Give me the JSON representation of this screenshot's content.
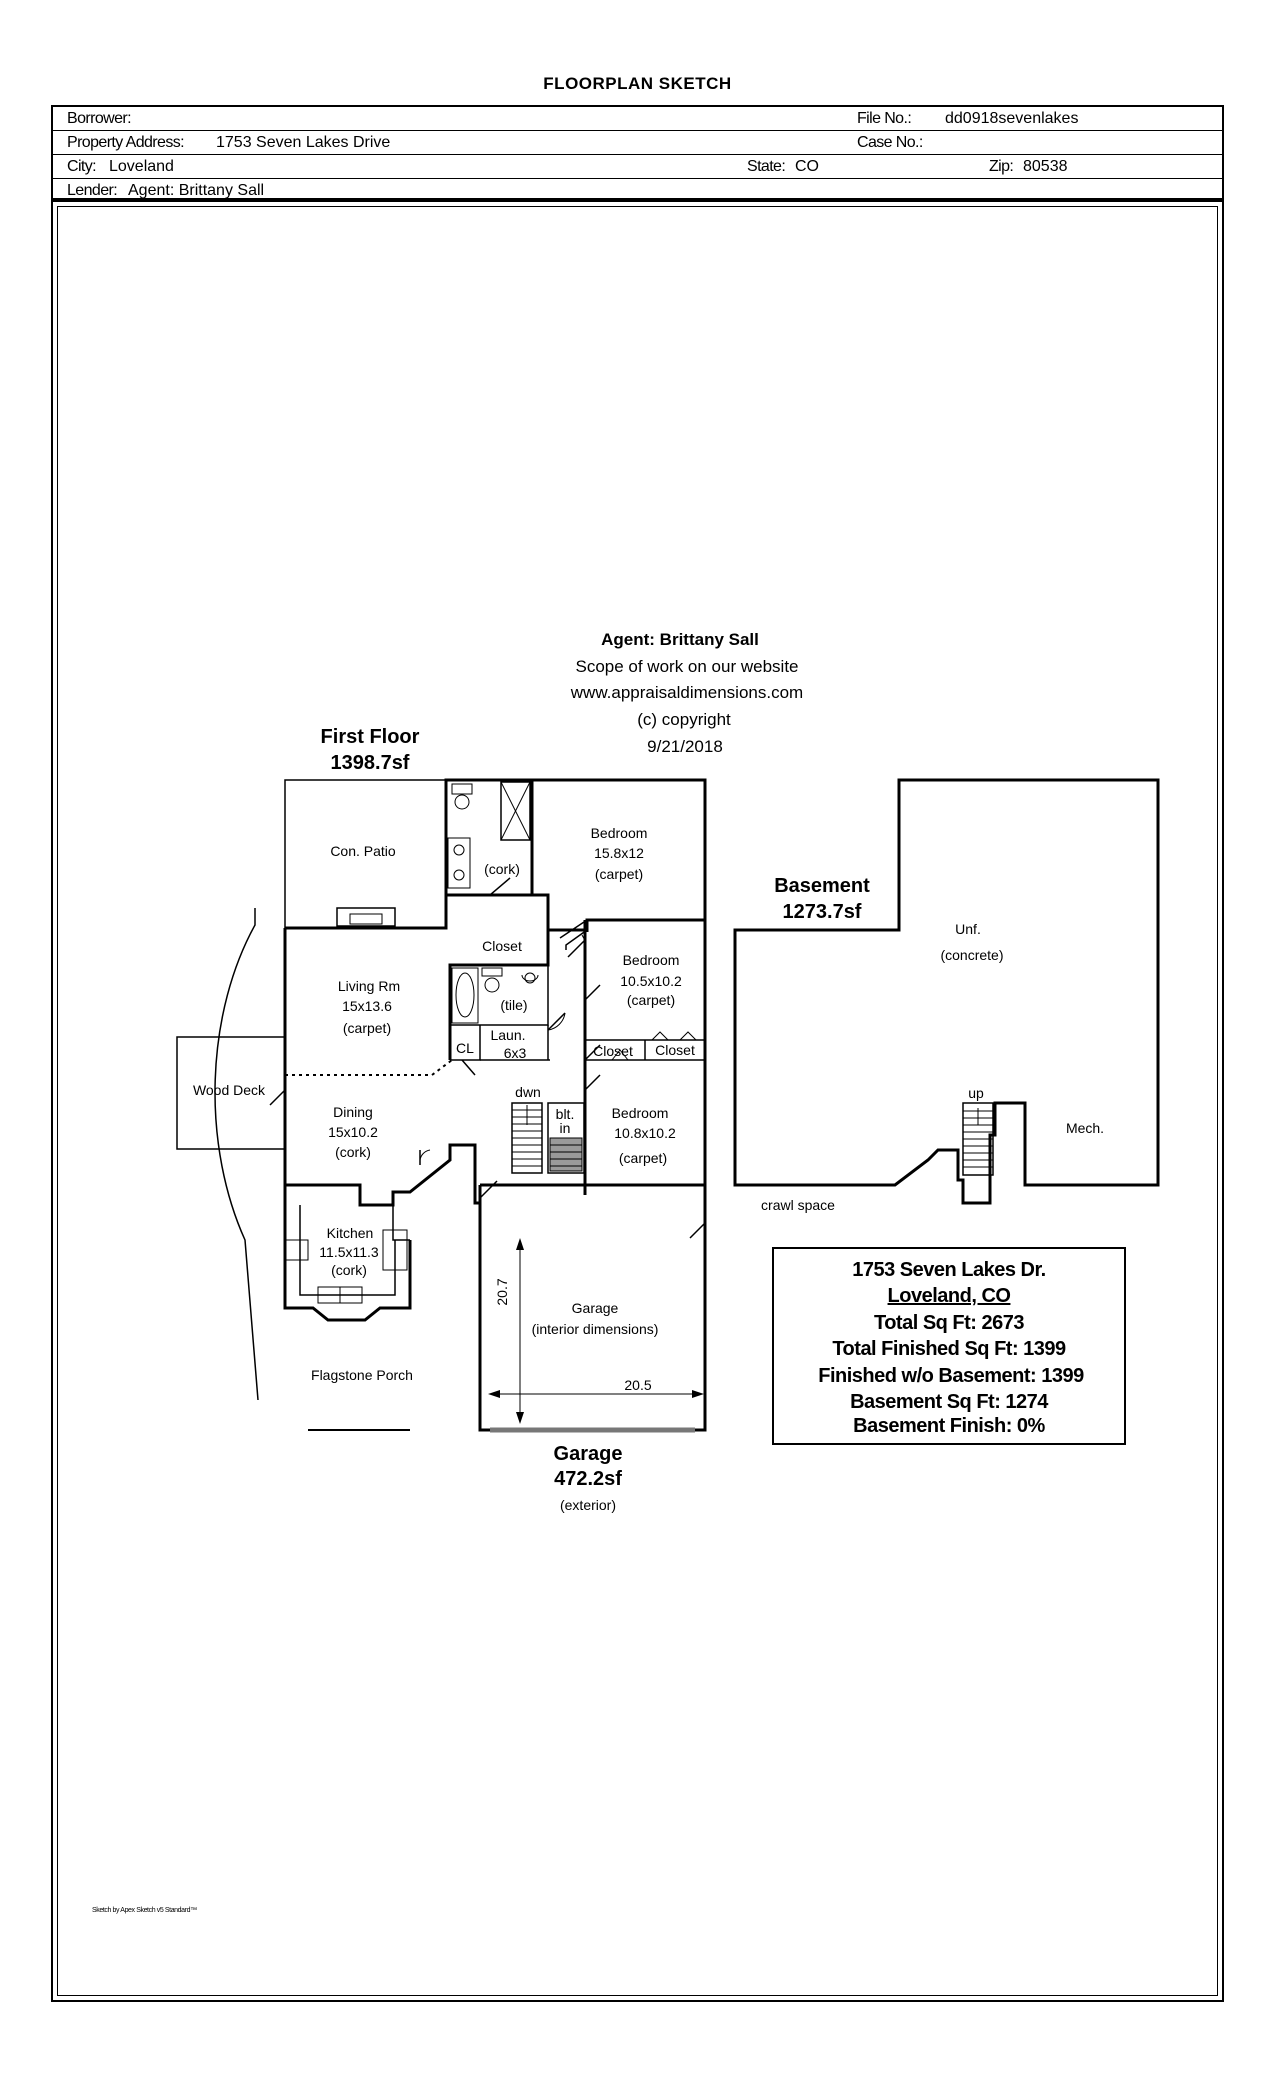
{
  "title": "FLOORPLAN SKETCH",
  "header": {
    "borrower_label": "Borrower:",
    "borrower_value": "",
    "file_label": "File No.:",
    "file_value": "dd0918sevenlakes",
    "address_label": "Property Address:",
    "address_value": "1753 Seven Lakes Drive",
    "case_label": "Case No.:",
    "case_value": "",
    "city_label": "City:",
    "city_value": "Loveland",
    "state_label": "State:",
    "state_value": "CO",
    "zip_label": "Zip:",
    "zip_value": "80538",
    "lender_label": "Lender:",
    "lender_value": "Agent:  Brittany Sall"
  },
  "credits": {
    "agent": "Agent: Brittany Sall",
    "line1": "Scope of work on our website",
    "line2": "www.appraisaldimensions.com",
    "line3": "(c) copyright",
    "date": "9/21/2018"
  },
  "first_floor": {
    "name": "First Floor",
    "area": "1398.7sf",
    "rooms": {
      "patio": "Con. Patio",
      "cork_bath": "(cork)",
      "bedroom1": [
        "Bedroom",
        "15.8x12",
        "(carpet)"
      ],
      "closet1": "Closet",
      "living": [
        "Living Rm",
        "15x13.6",
        "(carpet)"
      ],
      "tile": "(tile)",
      "bedroom2": [
        "Bedroom",
        "10.5x10.2",
        "(carpet)"
      ],
      "laundry": [
        "Laun.",
        "6x3"
      ],
      "cl": "CL",
      "closet2": "Closet",
      "closet3": "Closet",
      "wood_deck": "Wood Deck",
      "dining": [
        "Dining",
        "15x10.2",
        "(cork)"
      ],
      "dwn": "dwn",
      "blt_in": [
        "blt.",
        "in"
      ],
      "bedroom3": [
        "Bedroom",
        "10.8x10.2",
        "(carpet)"
      ],
      "kitchen": [
        "Kitchen",
        "11.5x11.3",
        "(cork)"
      ],
      "porch": "Flagstone Porch"
    }
  },
  "garage": {
    "name": "Garage",
    "area": "472.2sf",
    "note": "(exterior)",
    "label": "Garage",
    "interior_note": "(interior dimensions)",
    "depth": "20.7",
    "width": "20.5"
  },
  "basement": {
    "name": "Basement",
    "area": "1273.7sf",
    "unf": "Unf.",
    "concrete": "(concrete)",
    "up": "up",
    "mech": "Mech.",
    "crawl": "crawl space"
  },
  "summary": {
    "address": "1753 Seven Lakes Dr.",
    "city": "Loveland, CO",
    "total": "Total Sq Ft: 2673",
    "total_finished": "Total Finished Sq Ft: 1399",
    "finished_wo_basement": "Finished w/o Basement: 1399",
    "basement_sqft": "Basement Sq Ft: 1274",
    "basement_finish": "Basement Finish: 0%"
  },
  "footnote": "Sketch by Apex Sketch v5 Standard™"
}
